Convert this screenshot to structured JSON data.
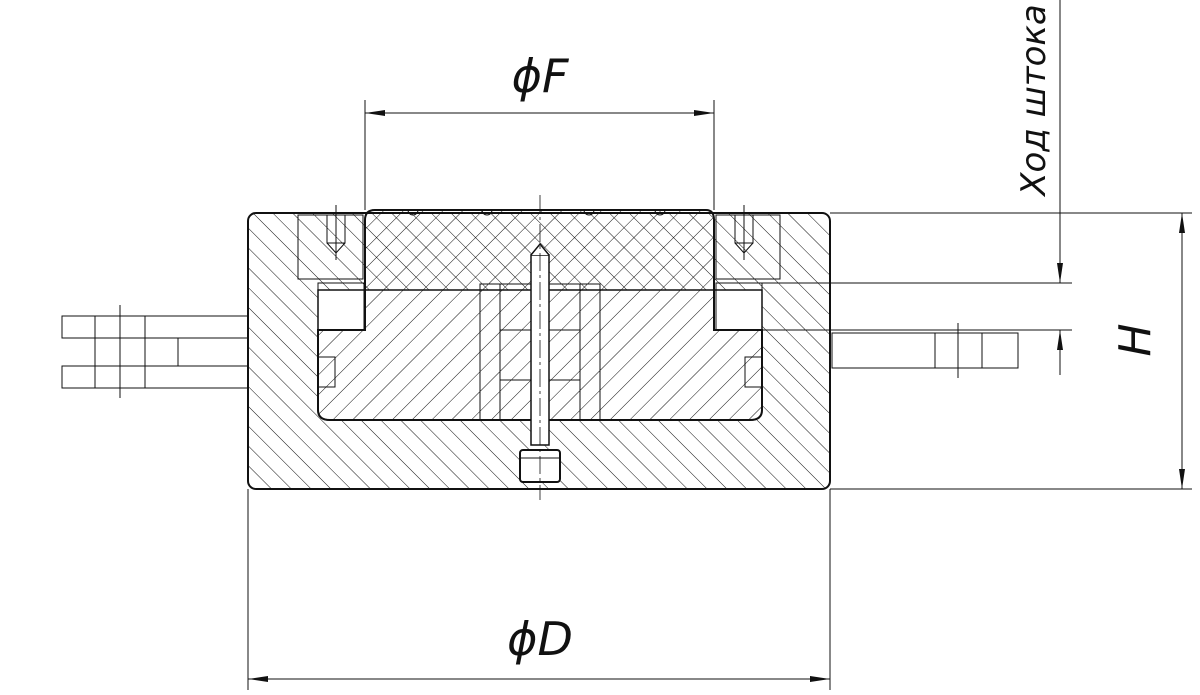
{
  "dimensions": {
    "phi_f": "ϕF",
    "phi_d": "ϕD",
    "height": "H",
    "stroke": "Ход штока"
  },
  "colors": {
    "line": "#111111",
    "background": "#ffffff"
  }
}
